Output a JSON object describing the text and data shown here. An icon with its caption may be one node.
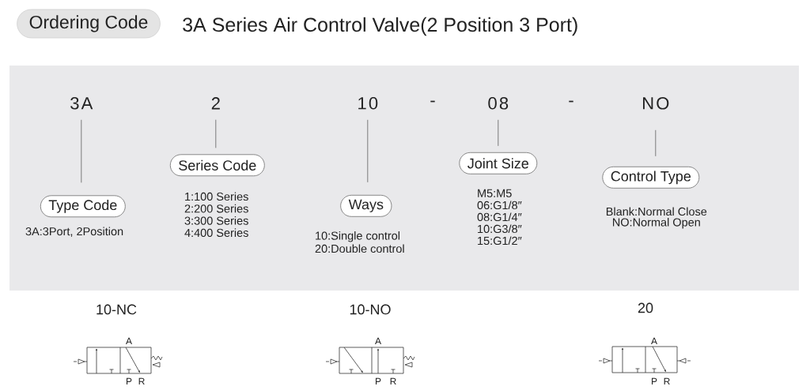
{
  "diagram": {
    "title": "3A Series Air Control Valve(2 Position 3 Port)",
    "nodes": [
      {
        "text": [
          "Ordering Code"
        ]
      },
      {
        "text": [],
        "shape": "box"
      },
      {
        "text": [
          "3A"
        ],
        "in": 1
      },
      {
        "text": [
          "Type Code"
        ],
        "in": 1,
        "beside": [
          "3A:3Port, 2Position"
        ]
      },
      {
        "text": [
          "2"
        ],
        "in": 1
      },
      {
        "text": [
          "Series Code"
        ],
        "in": 1,
        "beside": [
          "1:100 Series",
          "2:200 Series",
          "3:300 Series",
          "4:400 Series"
        ]
      },
      {
        "text": [
          "10"
        ],
        "in": 1
      },
      {
        "text": [
          "Ways"
        ],
        "in": 1,
        "beside": [
          "10:Single control",
          "20:Double control"
        ]
      },
      {
        "text": [
          "08"
        ],
        "in": 1
      },
      {
        "text": [
          "Joint Size"
        ],
        "in": 1,
        "beside": [
          "M5:M5",
          "06:G1/8″",
          "08:G1/4″",
          "10:G3/8″",
          "15:G1/2″"
        ]
      },
      {
        "text": [
          "NO"
        ],
        "in": 1
      },
      {
        "text": [
          "Control Type"
        ],
        "in": 1,
        "beside": [
          "Blank:Normal Close",
          "NO:Normal Open"
        ]
      }
    ],
    "edges": [
      {
        "from": 2,
        "to": 3,
        "arrow": "none"
      },
      {
        "from": 4,
        "to": 5,
        "arrow": "none"
      },
      {
        "from": 6,
        "to": 7,
        "arrow": "none"
      },
      {
        "from": 8,
        "to": 9,
        "arrow": "none"
      },
      {
        "from": 10,
        "to": 11,
        "arrow": "none"
      }
    ],
    "labels": [
      "-",
      "-",
      "10-NC",
      "10-NO",
      "20",
      "A",
      "A",
      "A",
      "P",
      "R",
      "P",
      "R",
      "P",
      "R"
    ]
  }
}
